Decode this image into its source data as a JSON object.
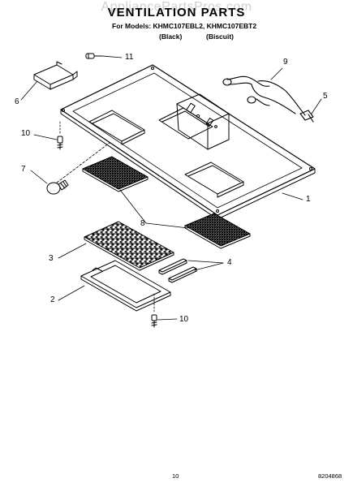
{
  "header": {
    "watermark": "AppliancePartsPros.com",
    "title": "VENTILATION PARTS",
    "models_line": "For Models: KHMC107EBL2, KHMC107EBT2",
    "variant_black": "(Black)",
    "variant_biscuit": "(Biscuit)"
  },
  "callouts": {
    "c1": "1",
    "c2": "2",
    "c3": "3",
    "c4": "4",
    "c5": "5",
    "c6": "6",
    "c7": "7",
    "c8": "8",
    "c9": "9",
    "c10a": "10",
    "c10b": "10",
    "c11": "11"
  },
  "footer": {
    "page_number": "10",
    "doc_number": "8204868"
  },
  "colors": {
    "line": "#000000",
    "filter_fill": "#9a9a9a",
    "watermark": "#969696"
  }
}
